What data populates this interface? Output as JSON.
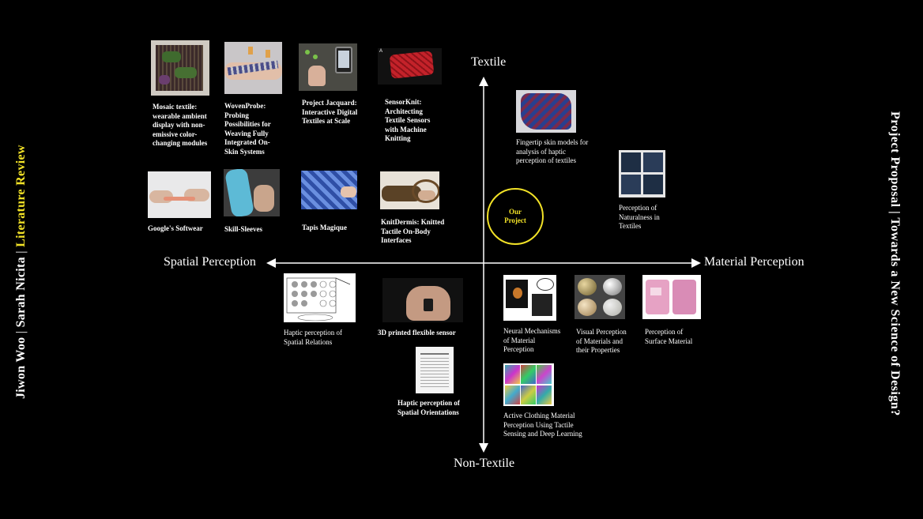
{
  "sidebar_left": {
    "author1": "Jiwon Woo",
    "sep1": "|",
    "author2": "Sarah Nicita",
    "sep2": "|",
    "section": "Literature Review"
  },
  "sidebar_right": {
    "title": "Project Proposal | Towards a New Science of Design?"
  },
  "axes": {
    "top": "Textile",
    "bottom": "Non-Textile",
    "left": "Spatial Perception",
    "right": "Material Perception"
  },
  "center": {
    "line1": "Our",
    "line2": "Project"
  },
  "items": [
    {
      "caption": "Mosaic textile: wearable ambient display with non-emissive color-changing modules",
      "icon": "knitted-swatch"
    },
    {
      "caption": "WovenProbe: Probing Possibilities for Weaving Fully Integrated On-Skin Systems",
      "icon": "woven-sleeve"
    },
    {
      "caption": "Project Jacquard: Interactive Digital Textiles at Scale",
      "icon": "phone-textile"
    },
    {
      "caption": "SensorKnit: Architecting Textile Sensors with Machine Knitting",
      "icon": "red-knit",
      "tag": "A"
    },
    {
      "caption": "Google's Softwear",
      "icon": "hands-cord"
    },
    {
      "caption": "Skill-Sleeves",
      "icon": "arm-sleeve"
    },
    {
      "caption": "Tapis Magique",
      "icon": "blue-tapestry"
    },
    {
      "caption": "KnitDermis: Knitted Tactile On-Body Interfaces",
      "icon": "hand-knit"
    },
    {
      "caption": "Fingertip skin models for analysis of haptic perception of textiles",
      "icon": "fabric-drape"
    },
    {
      "caption": "Perception of Naturalness in Textiles",
      "icon": "fabric-grid"
    },
    {
      "caption": "Haptic perception of Spatial Relations",
      "icon": "dot-diagram"
    },
    {
      "caption": "3D printed flexible sensor",
      "icon": "palm-sensor"
    },
    {
      "caption": "Haptic perception of Spatial Orientations",
      "icon": "paper-page"
    },
    {
      "caption": "Neural Mechanisms of Material Perception",
      "icon": "neural-figure"
    },
    {
      "caption": "Visual Perception of Materials and their Properties",
      "icon": "material-spheres"
    },
    {
      "caption": "Perception of Surface Material",
      "icon": "surface-samples"
    },
    {
      "caption": "Active Clothing Material Perception Using Tactile Sensing and Deep Learning",
      "icon": "tactile-grid"
    }
  ]
}
